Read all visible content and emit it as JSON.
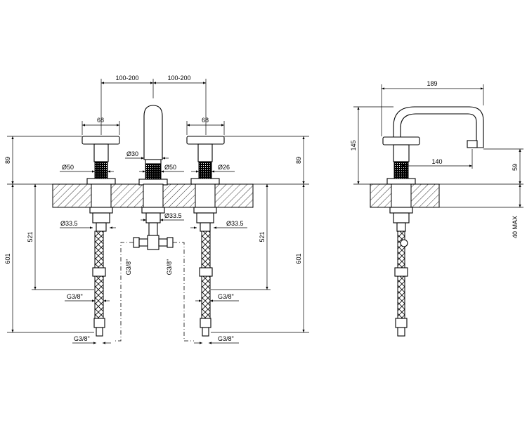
{
  "front_view": {
    "spacing_left": "100-200",
    "spacing_right": "100-200",
    "handle_width_left": "68",
    "handle_width_right": "68",
    "height_above_deck_left": "89",
    "height_above_deck_right": "89",
    "handle_base_dia": "Ø50",
    "spout_dia": "Ø30",
    "spout_base_dia": "Ø50",
    "handle_base_dia_right": "Ø26",
    "shank_dia_left": "Ø33.5",
    "shank_dia_center": "Ø33.5",
    "shank_dia_right": "Ø33.5",
    "length_left_outer": "601",
    "length_left_inner": "521",
    "length_right_inner": "521",
    "length_right_outer": "601",
    "thread_left_upper": "G3/8\"",
    "thread_left_lower": "G3/8\"",
    "thread_center_left": "G3/8\"",
    "thread_center_right": "G3/8\"",
    "thread_right_upper": "G3/8\"",
    "thread_right_lower": "G3/8\""
  },
  "side_view": {
    "reach_total": "189",
    "spout_height": "145",
    "spout_reach": "140",
    "spout_clearance": "59",
    "deck_thickness_max": "40 MAX"
  }
}
